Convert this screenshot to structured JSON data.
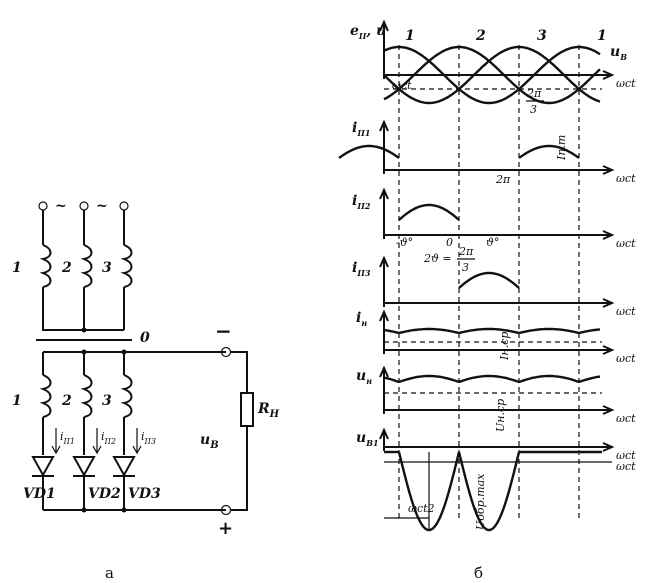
{
  "circuit": {
    "secondary": [
      "1",
      "2",
      "3"
    ],
    "tilde": "~",
    "neutral": "0",
    "minus": "−",
    "plus": "+",
    "winding_labels": [
      "1",
      "2",
      "3"
    ],
    "currents": [
      "i",
      "i",
      "i"
    ],
    "current_subs": [
      "II1",
      "II2",
      "II3"
    ],
    "diodes": [
      "VD1",
      "VD2",
      "VD3"
    ],
    "load": "R",
    "load_sub": "Н",
    "output_voltage": "u",
    "output_voltage_sub": "B",
    "caption": "а"
  },
  "waveforms": {
    "caption": "б",
    "axis": "ωct",
    "top": {
      "ylabel": "e",
      "ylabel_sub": "II",
      "ylabel_suffix": ", u",
      "phase_labels": [
        "1",
        "2",
        "3",
        "1"
      ],
      "ub_label": "u",
      "ub_sub": "B",
      "wct_label": "ωct",
      "period_label_num": "2π",
      "period_label_den": "3"
    },
    "i1": {
      "ylabel": "i",
      "ylabel_sub": "II1",
      "peak_label": "Iп.m",
      "period": "2π"
    },
    "i2": {
      "ylabel": "i",
      "ylabel_sub": "II2",
      "theta_left": "-ϑ°",
      "zero": "0",
      "theta_right": "ϑ°",
      "angle_eq": "2ϑ = ",
      "angle_num": "2π",
      "angle_den": "3"
    },
    "i3": {
      "ylabel": "i",
      "ylabel_sub": "II3"
    },
    "iH": {
      "ylabel": "i",
      "ylabel_sub": "н",
      "avg_label": "Iн.ср"
    },
    "uH": {
      "ylabel": "u",
      "ylabel_sub": "н",
      "avg_label": "Uн.ср"
    },
    "uB1": {
      "ylabel": "u",
      "ylabel_sub": "B1",
      "max_label": "Uобр.max",
      "wct2_label": "ωct2"
    }
  }
}
